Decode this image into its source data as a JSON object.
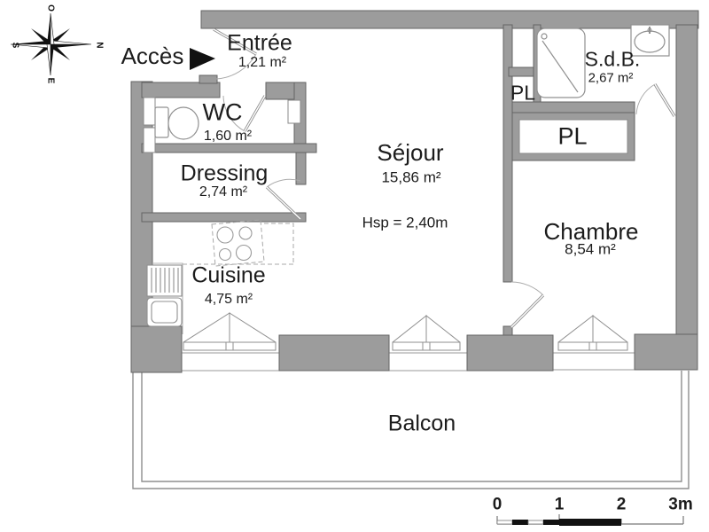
{
  "access": {
    "label": "Accès"
  },
  "compass": {
    "north": "N",
    "south": "S",
    "east": "E",
    "west": "O"
  },
  "rooms": {
    "entree": {
      "name": "Entrée",
      "area": "1,21 m²"
    },
    "wc": {
      "name": "WC",
      "area": "1,60 m²"
    },
    "dressing": {
      "name": "Dressing",
      "area": "2,74 m²"
    },
    "cuisine": {
      "name": "Cuisine",
      "area": "4,75 m²"
    },
    "sejour": {
      "name": "Séjour",
      "area": "15,86 m²",
      "ceiling_height": "Hsp = 2,40m"
    },
    "sdb": {
      "name": "S.d.B.",
      "area": "2,67 m²"
    },
    "chambre": {
      "name": "Chambre",
      "area": "8,54 m²"
    },
    "balcon": {
      "name": "Balcon"
    },
    "pl_top": {
      "name": "PL"
    },
    "pl_large": {
      "name": "PL"
    }
  },
  "scale_bar": {
    "ticks": [
      "0",
      "1",
      "2",
      "3m"
    ]
  },
  "colors": {
    "wall": "#9c9c9c",
    "wall_outline": "#636363",
    "thin_line": "#8f8f8f",
    "text": "#1c1c1c"
  }
}
